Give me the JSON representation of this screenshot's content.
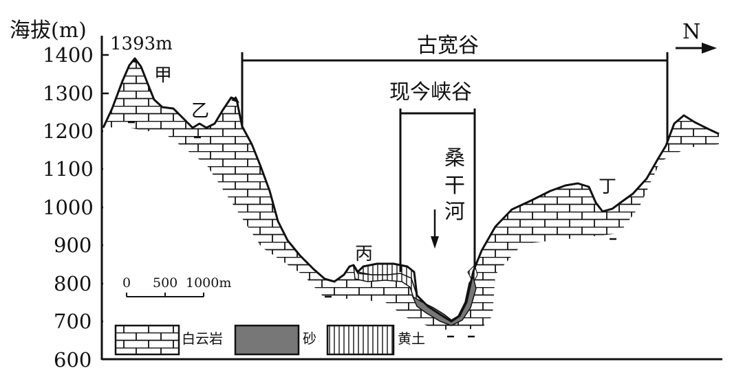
{
  "y_axis": {
    "title": "海拔(m)",
    "ticks": [
      "1400",
      "1300",
      "1200",
      "1100",
      "1000",
      "900",
      "800",
      "700",
      "600"
    ]
  },
  "peak_label": "1393m",
  "place_labels": {
    "jia": "甲",
    "yi": "乙",
    "bing": "丙",
    "ding": "丁"
  },
  "ancient_valley": "古宽谷",
  "modern_gorge": "现今峡谷",
  "river": [
    "桑",
    "干",
    "河"
  ],
  "north": "N",
  "scale_bar": {
    "start": "0",
    "mid": "500",
    "end": "1000m"
  },
  "legend": [
    {
      "label": "白云岩",
      "pattern": "dolomite-brick"
    },
    {
      "label": "砂",
      "color": "#777777"
    },
    {
      "label": "黄土",
      "pattern": "loess-vertical-lines"
    }
  ],
  "colors": {
    "ink": "#111111",
    "sand": "#777777",
    "paper": "#ffffff"
  }
}
